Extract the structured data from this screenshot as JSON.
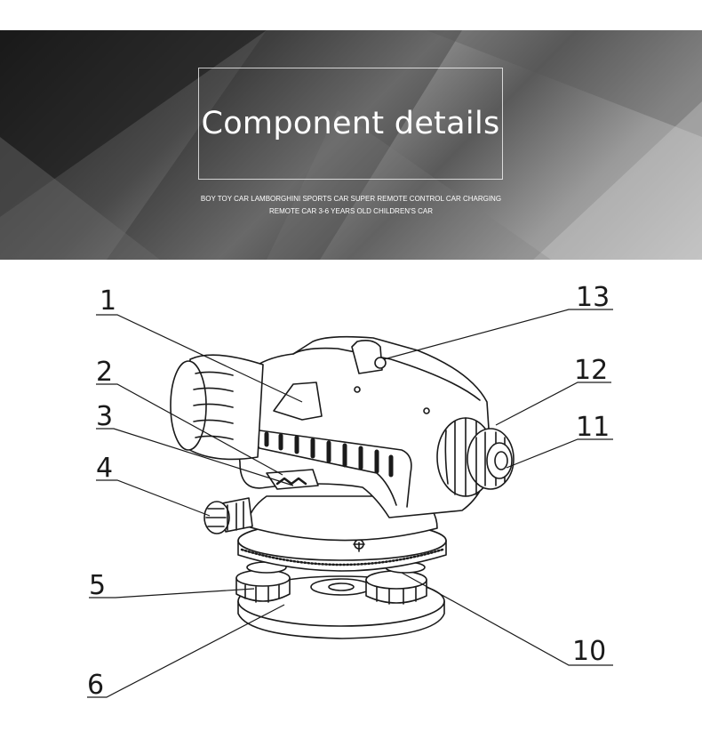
{
  "banner": {
    "title": "Component details",
    "subtitle_lines": [
      "BOY TOY CAR LAMBORGHINI SPORTS CAR SUPER REMOTE CONTROL CAR CHARGING",
      "REMOTE CAR 3-6 YEARS OLD CHILDREN'S CAR"
    ]
  },
  "diagram": {
    "callouts": [
      {
        "id": "1",
        "label": "1"
      },
      {
        "id": "2",
        "label": "2"
      },
      {
        "id": "3",
        "label": "3"
      },
      {
        "id": "4",
        "label": "4"
      },
      {
        "id": "5",
        "label": "5"
      },
      {
        "id": "6",
        "label": "6"
      },
      {
        "id": "10",
        "label": "10"
      },
      {
        "id": "11",
        "label": "11"
      },
      {
        "id": "12",
        "label": "12"
      },
      {
        "id": "13",
        "label": "13"
      }
    ]
  },
  "colors": {
    "banner_dark": "#1e1e1e",
    "banner_light": "#bdbdbd",
    "line_art": "#1a1a1a",
    "text_light": "#ffffff"
  }
}
